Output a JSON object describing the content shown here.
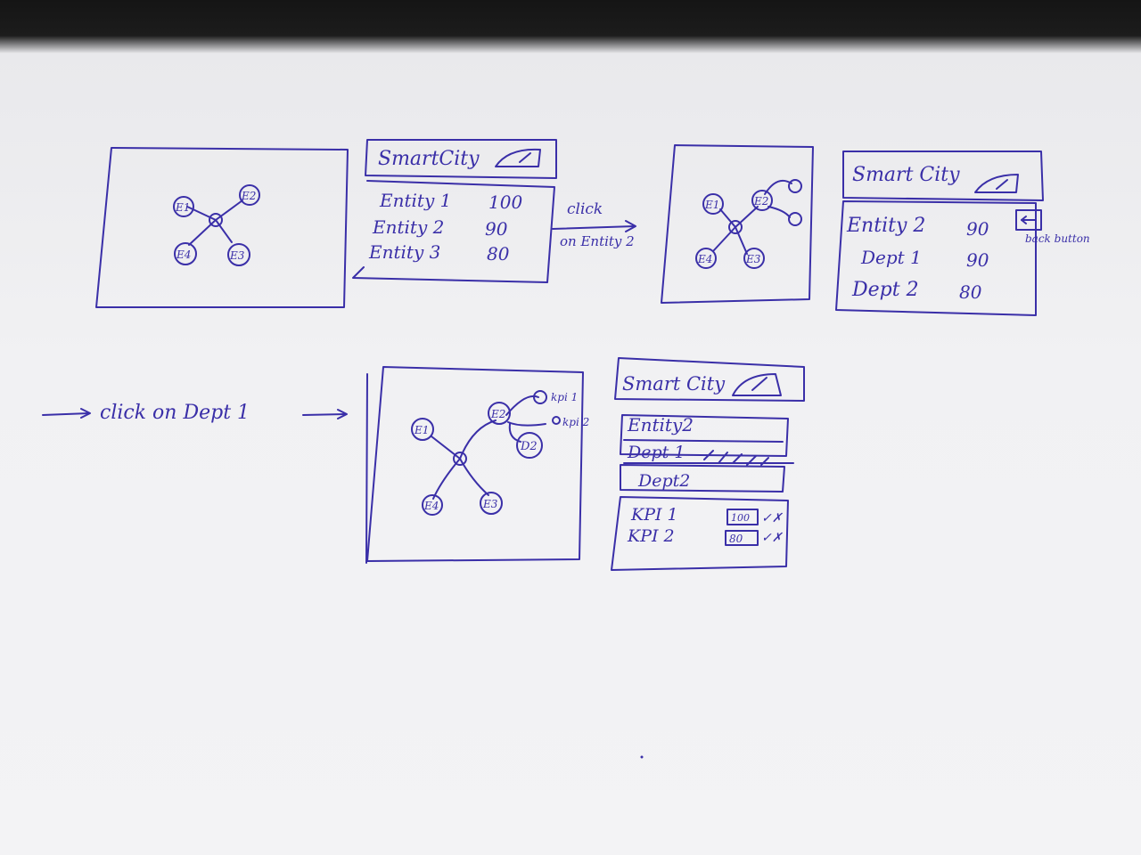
{
  "paper": {
    "ink_color": "#3a2fa8",
    "background": "#f1f1f3"
  },
  "steps": [
    {
      "graph": {
        "nodes": [
          "E1",
          "E2",
          "E4",
          "E3"
        ]
      },
      "panel": {
        "title": "SmartCity",
        "gauge_icon": "gauge-icon",
        "rows": [
          {
            "name": "Entity 1",
            "value": "100"
          },
          {
            "name": "Entity 2",
            "value": "90"
          },
          {
            "name": "Entity 3",
            "value": "80"
          }
        ]
      }
    },
    {
      "graph": {
        "nodes": [
          "E1",
          "E2",
          "E4",
          "E3"
        ]
      },
      "panel": {
        "title": "Smart City",
        "gauge_icon": "gauge-icon",
        "back_icon": "back-arrow-icon",
        "rows": [
          {
            "name": "Entity 2",
            "value": "90"
          },
          {
            "name": "Dept 1",
            "value": "90"
          },
          {
            "name": "Dept 2",
            "value": "80"
          }
        ]
      }
    },
    {
      "graph": {
        "nodes": [
          "E1",
          "E2",
          "E4",
          "E3",
          "D2"
        ],
        "kpi_labels": [
          "kpi 1",
          "kpi 2"
        ]
      },
      "panel": {
        "title": "Smart City",
        "gauge_icon": "gauge-icon",
        "items": [
          "Entity2",
          "Dept 1",
          "Dept2"
        ],
        "kpis": [
          {
            "name": "KPI 1",
            "value": "100",
            "check": "✓✗"
          },
          {
            "name": "KPI 2",
            "value": "80",
            "check": "✓✗"
          }
        ]
      }
    }
  ],
  "annotations": {
    "click_entity_line1": "click",
    "click_entity_line2": "on Entity 2",
    "back_button": "back button",
    "click_dept": "click on Dept 1"
  }
}
